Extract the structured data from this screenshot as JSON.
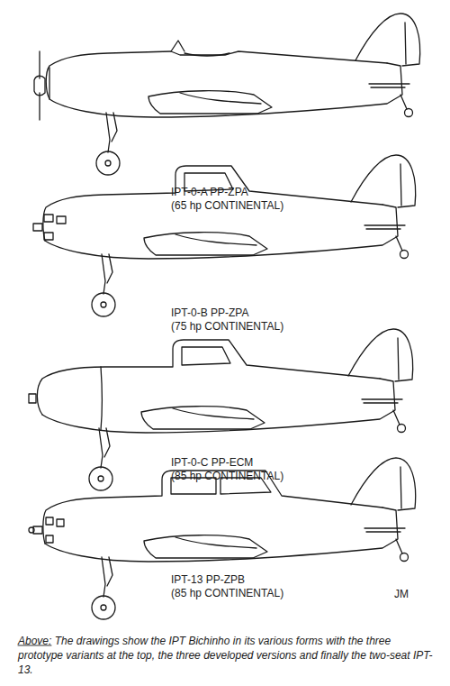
{
  "diagram": {
    "caption": "Above: The drawings show the IPT Bichinho in its various forms with the three prototype variants at the top, the three developed versions and finally the two-seat IPT-13.",
    "labels": [
      "IPT-0-A PP-ZPA",
      "(65 hp CONTINENTAL)",
      "IPT-0-B PP-ZPA",
      "(75 hp CONTINENTAL)",
      "IPT-0-C PP-ECM",
      "(85 hp CONTINENTAL)",
      "IPT-13 PP-ZPB",
      "(85 hp CONTINENTAL)",
      "JM"
    ]
  }
}
